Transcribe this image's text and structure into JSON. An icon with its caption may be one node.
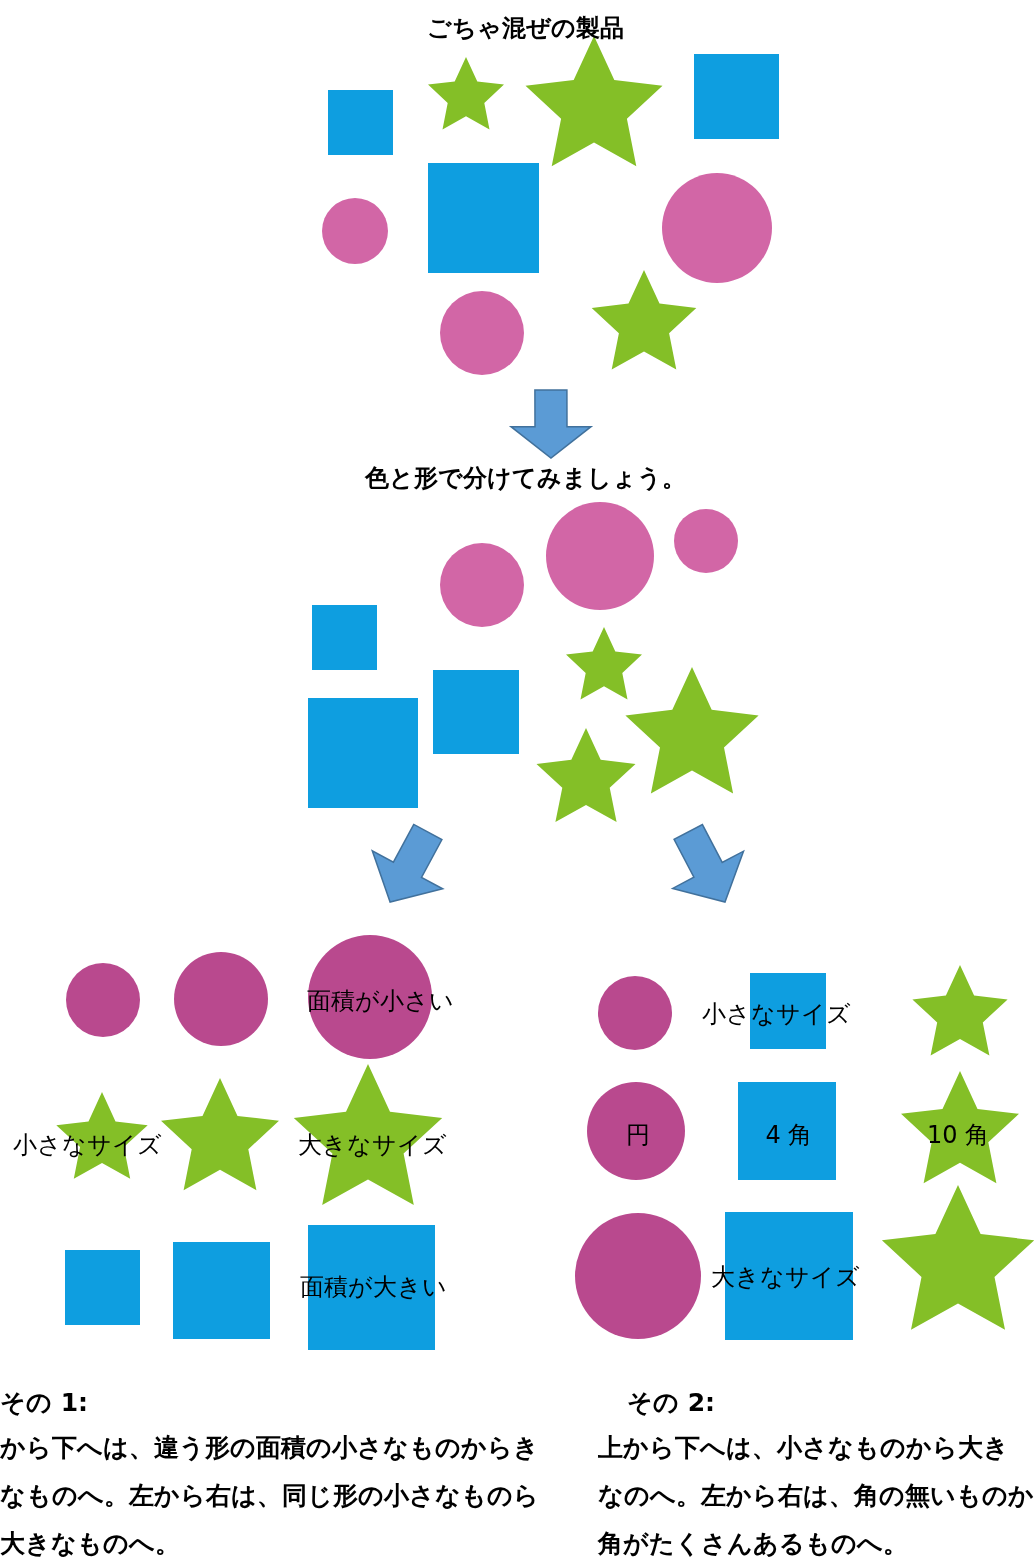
{
  "diagram": {
    "nodes": [
      {
        "text": [
          "ごちゃ混ぜの製品"
        ]
      },
      {
        "text": [
          "色と形で分けてみましょう。"
        ]
      },
      {
        "text": [
          "面積が小さい",
          "小さなサイズ",
          "大きなサイズ",
          "面積が大きい"
        ],
        "beside": [
          "その 1:",
          "から下へは、違う形の面積の小さなものからきなものへ。左から右は、同じ形の小さなものら大きなものへ。"
        ]
      },
      {
        "text": [
          "小さなサイズ",
          "円",
          "4 角",
          "10 角",
          "大きなサイズ"
        ],
        "beside": [
          "その 2:",
          "上から下へは、小さなものから大きなのへ。左から右は、角の無いものか角がたくさんあるものへ。"
        ]
      }
    ],
    "edges": [
      {
        "from": 0,
        "to": 1,
        "arrow": "to"
      },
      {
        "from": 1,
        "to": 2,
        "arrow": "to"
      },
      {
        "from": 1,
        "to": 3,
        "arrow": "to"
      }
    ]
  }
}
